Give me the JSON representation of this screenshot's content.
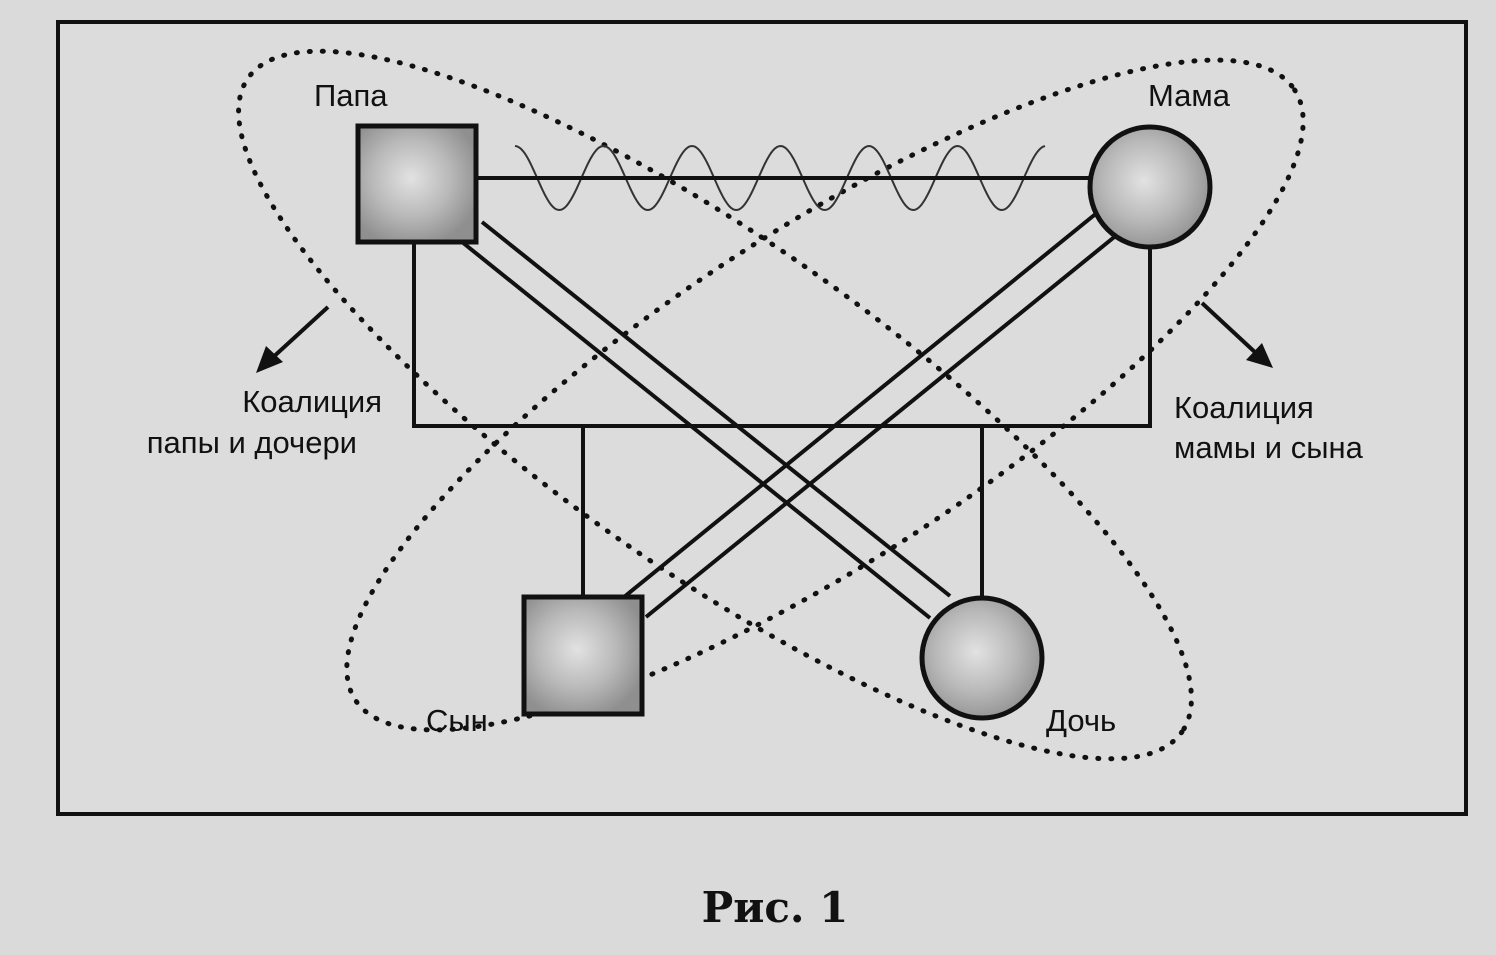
{
  "nodes": {
    "papa": "Папа",
    "mama": "Мама",
    "son": "Сын",
    "daughter": "Дочь"
  },
  "coalitions": {
    "left_line1": "Коалиция",
    "left_line2": "папы и дочери",
    "right_line1": "Коалиция",
    "right_line2": "мамы и сына"
  },
  "caption": "Рис. 1",
  "colors": {
    "ink": "#111111",
    "node_fill": "#a8a8a8",
    "paper": "#dadada"
  }
}
